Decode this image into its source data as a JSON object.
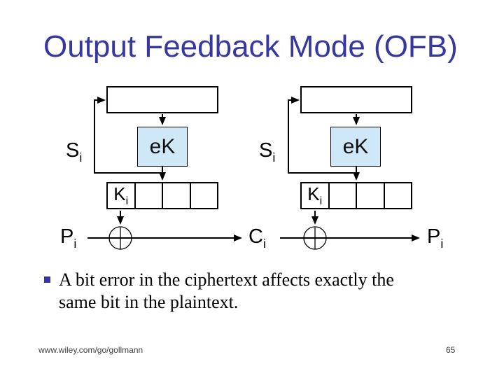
{
  "slide": {
    "title": "Output Feedback Mode (OFB)",
    "bullet": {
      "lines": [
        "A bit error in the ciphertext affects exactly the",
        "same bit in the plaintext."
      ]
    },
    "footer": {
      "url": "www.wiley.com/go/gollmann",
      "page_number": "65"
    }
  },
  "diagram": {
    "left": {
      "state_label": {
        "base": "S",
        "sub": "i"
      },
      "cipher_box_label": "eK",
      "key_cell_label": {
        "base": "K",
        "sub": "i"
      },
      "plaintext_label": {
        "base": "P",
        "sub": "i"
      },
      "ciphertext_label": {
        "base": "C",
        "sub": "i"
      }
    },
    "right": {
      "state_label": {
        "base": "S",
        "sub": "i"
      },
      "cipher_box_label": "eK",
      "key_cell_label": {
        "base": "K",
        "sub": "i"
      },
      "plaintext_label": {
        "base": "P",
        "sub": "i"
      }
    }
  },
  "colors": {
    "title_text": "#3737a0",
    "bullet_marker": "#3333b0",
    "cipher_box_fill": "#cfe8f8",
    "line": "#000000"
  }
}
